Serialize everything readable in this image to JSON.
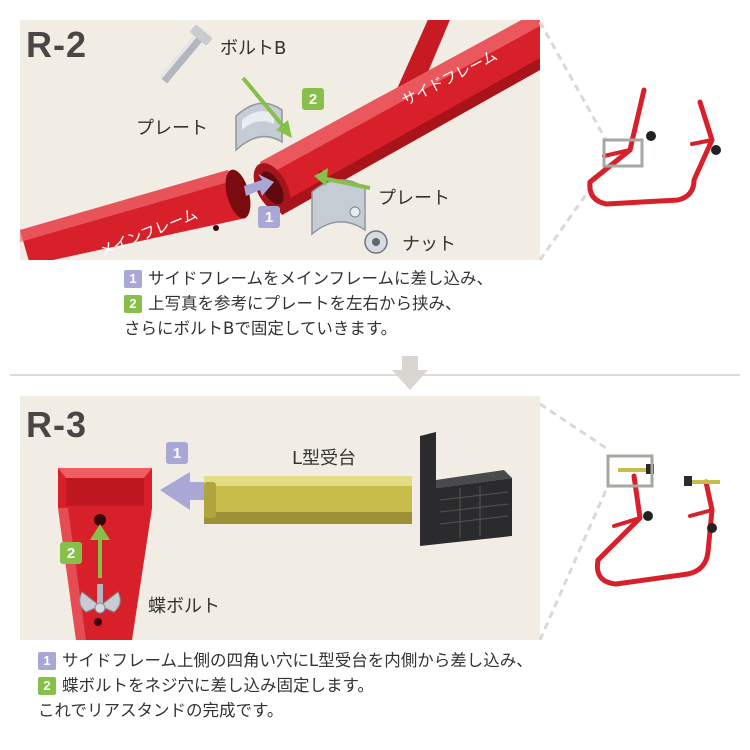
{
  "r2": {
    "title": "R-2",
    "labels": {
      "bolt_b": "ボルトB",
      "plate_left": "プレート",
      "plate_right": "プレート",
      "nut": "ナット",
      "side_frame": "サイドフレーム",
      "main_frame": "メインフレーム"
    },
    "badges": {
      "one": "1",
      "two": "2"
    },
    "caption": {
      "line1": {
        "num": "1",
        "text": "サイドフレームをメインフレームに差し込み、"
      },
      "line2": {
        "num": "2",
        "text": "上写真を参考にプレートを左右から挟み、"
      },
      "line3": "さらにボルトBで固定していきます。"
    }
  },
  "r3": {
    "title": "R-3",
    "labels": {
      "l_mount": "L型受台",
      "wing_bolt": "蝶ボルト"
    },
    "badges": {
      "one": "1",
      "two": "2"
    },
    "caption": {
      "line1": {
        "num": "1",
        "text": "サイドフレーム上側の四角い穴にL型受台を内側から差し込み、"
      },
      "line2": {
        "num": "2",
        "text": "蝶ボルトをネジ穴に差し込み固定します。"
      },
      "line3": "これでリアスタンドの完成です。"
    }
  },
  "colors": {
    "red": "#d8202a",
    "badge_blue": "#a8a7d6",
    "badge_green": "#86c04a",
    "panel_bg": "#f2ede4"
  }
}
